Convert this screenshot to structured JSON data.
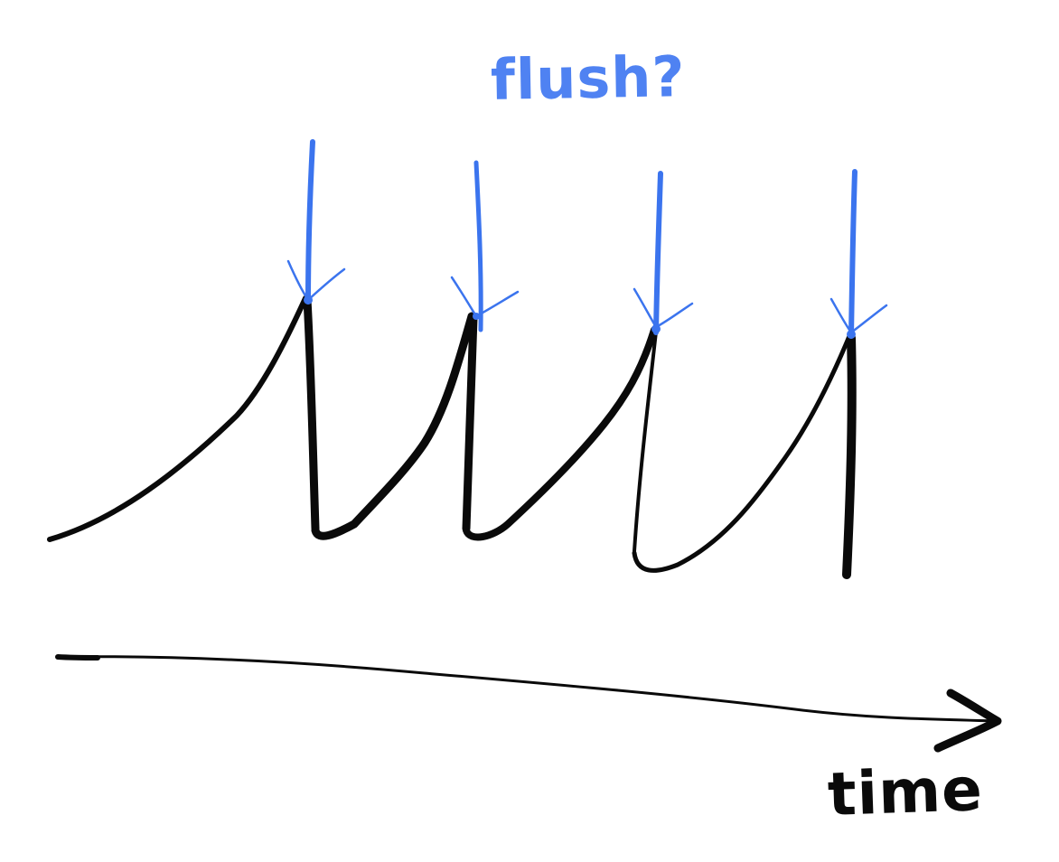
{
  "diagram": {
    "marker_label": "flush?",
    "axis_label": "time",
    "marker_count": 4,
    "colors": {
      "marker": "#3b74ee",
      "marker_label": "#4f82f2",
      "line": "#0a0a0a",
      "background": "#ffffff"
    }
  }
}
